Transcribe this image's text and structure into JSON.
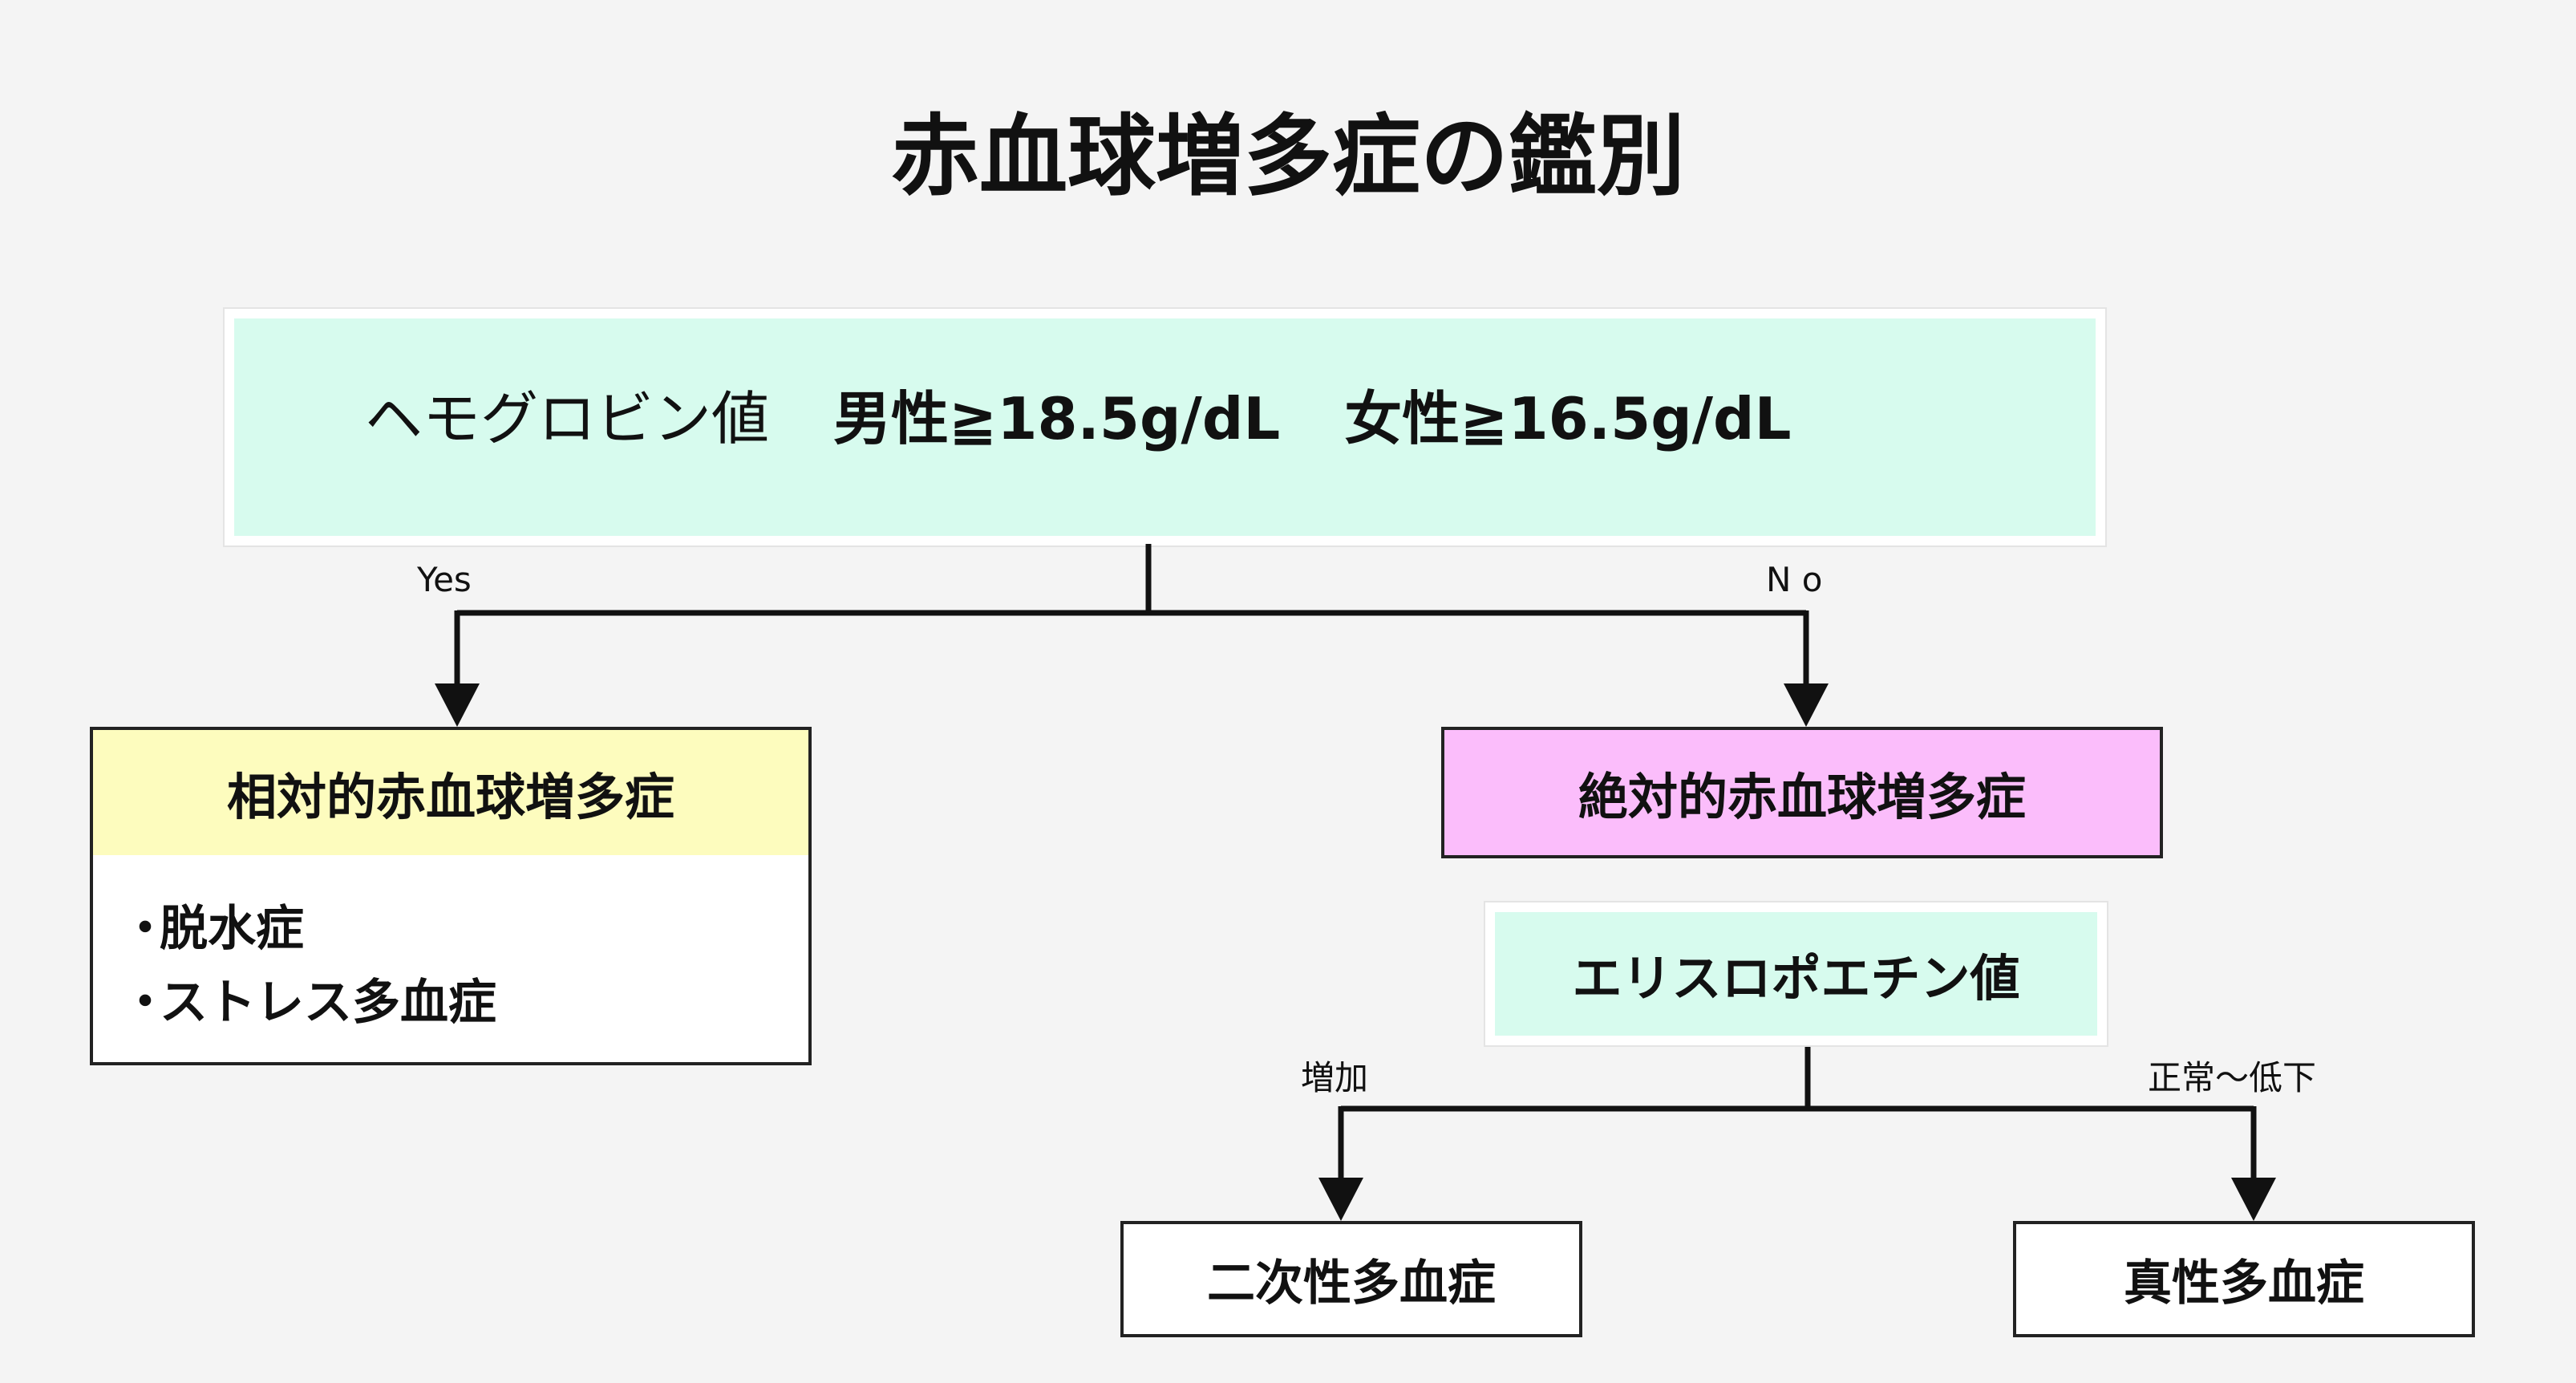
{
  "title": "赤血球増多症の鑑別",
  "hemoglobin": {
    "label": "ヘモグロビン値",
    "male": "男性≧18.5g/dL",
    "female": "女性≧16.5g/dL"
  },
  "branches": {
    "yes": "Yes",
    "no": "N o",
    "increase": "増加",
    "normal_low": "正常〜低下"
  },
  "relative": {
    "heading": "相対的赤血球増多症",
    "bullet": "・",
    "items": [
      "脱水症",
      "ストレス多血症"
    ]
  },
  "absolute": {
    "heading": "絶対的赤血球増多症"
  },
  "epo": {
    "label": "エリスロポエチン値"
  },
  "secondary": {
    "label": "二次性多血症"
  },
  "vera": {
    "label": "真性多血症"
  },
  "colors": {
    "background": "#f4f4f4",
    "mint_box": "#d7fbee",
    "yellow_box": "#fdfcbe",
    "pink_box": "#fbbdfb",
    "line": "#111111"
  }
}
